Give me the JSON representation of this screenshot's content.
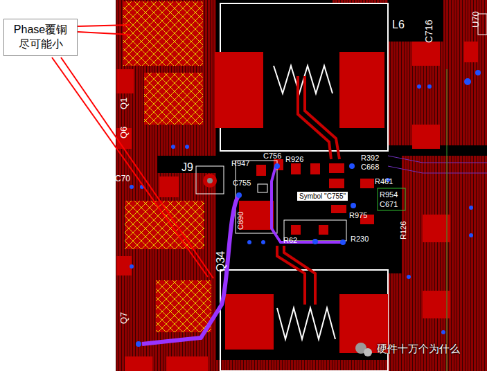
{
  "diagram": {
    "nodes": [
      {
        "text": [
          "Phase覆铜 尽可能小"
        ]
      },
      {
        "text": [
          "Symbol \"C755\""
        ]
      }
    ],
    "labels": [
      "L6",
      "C716",
      "U70",
      "Q1",
      "Q6",
      "C70",
      "J9",
      "R947",
      "C756",
      "R926",
      "R392",
      "C668",
      "C755",
      "R461",
      "R954",
      "C671",
      "R975",
      "R126",
      "C890",
      "R62",
      "R230",
      "Q34",
      "Q7",
      "硬件十万个为什么"
    ]
  }
}
